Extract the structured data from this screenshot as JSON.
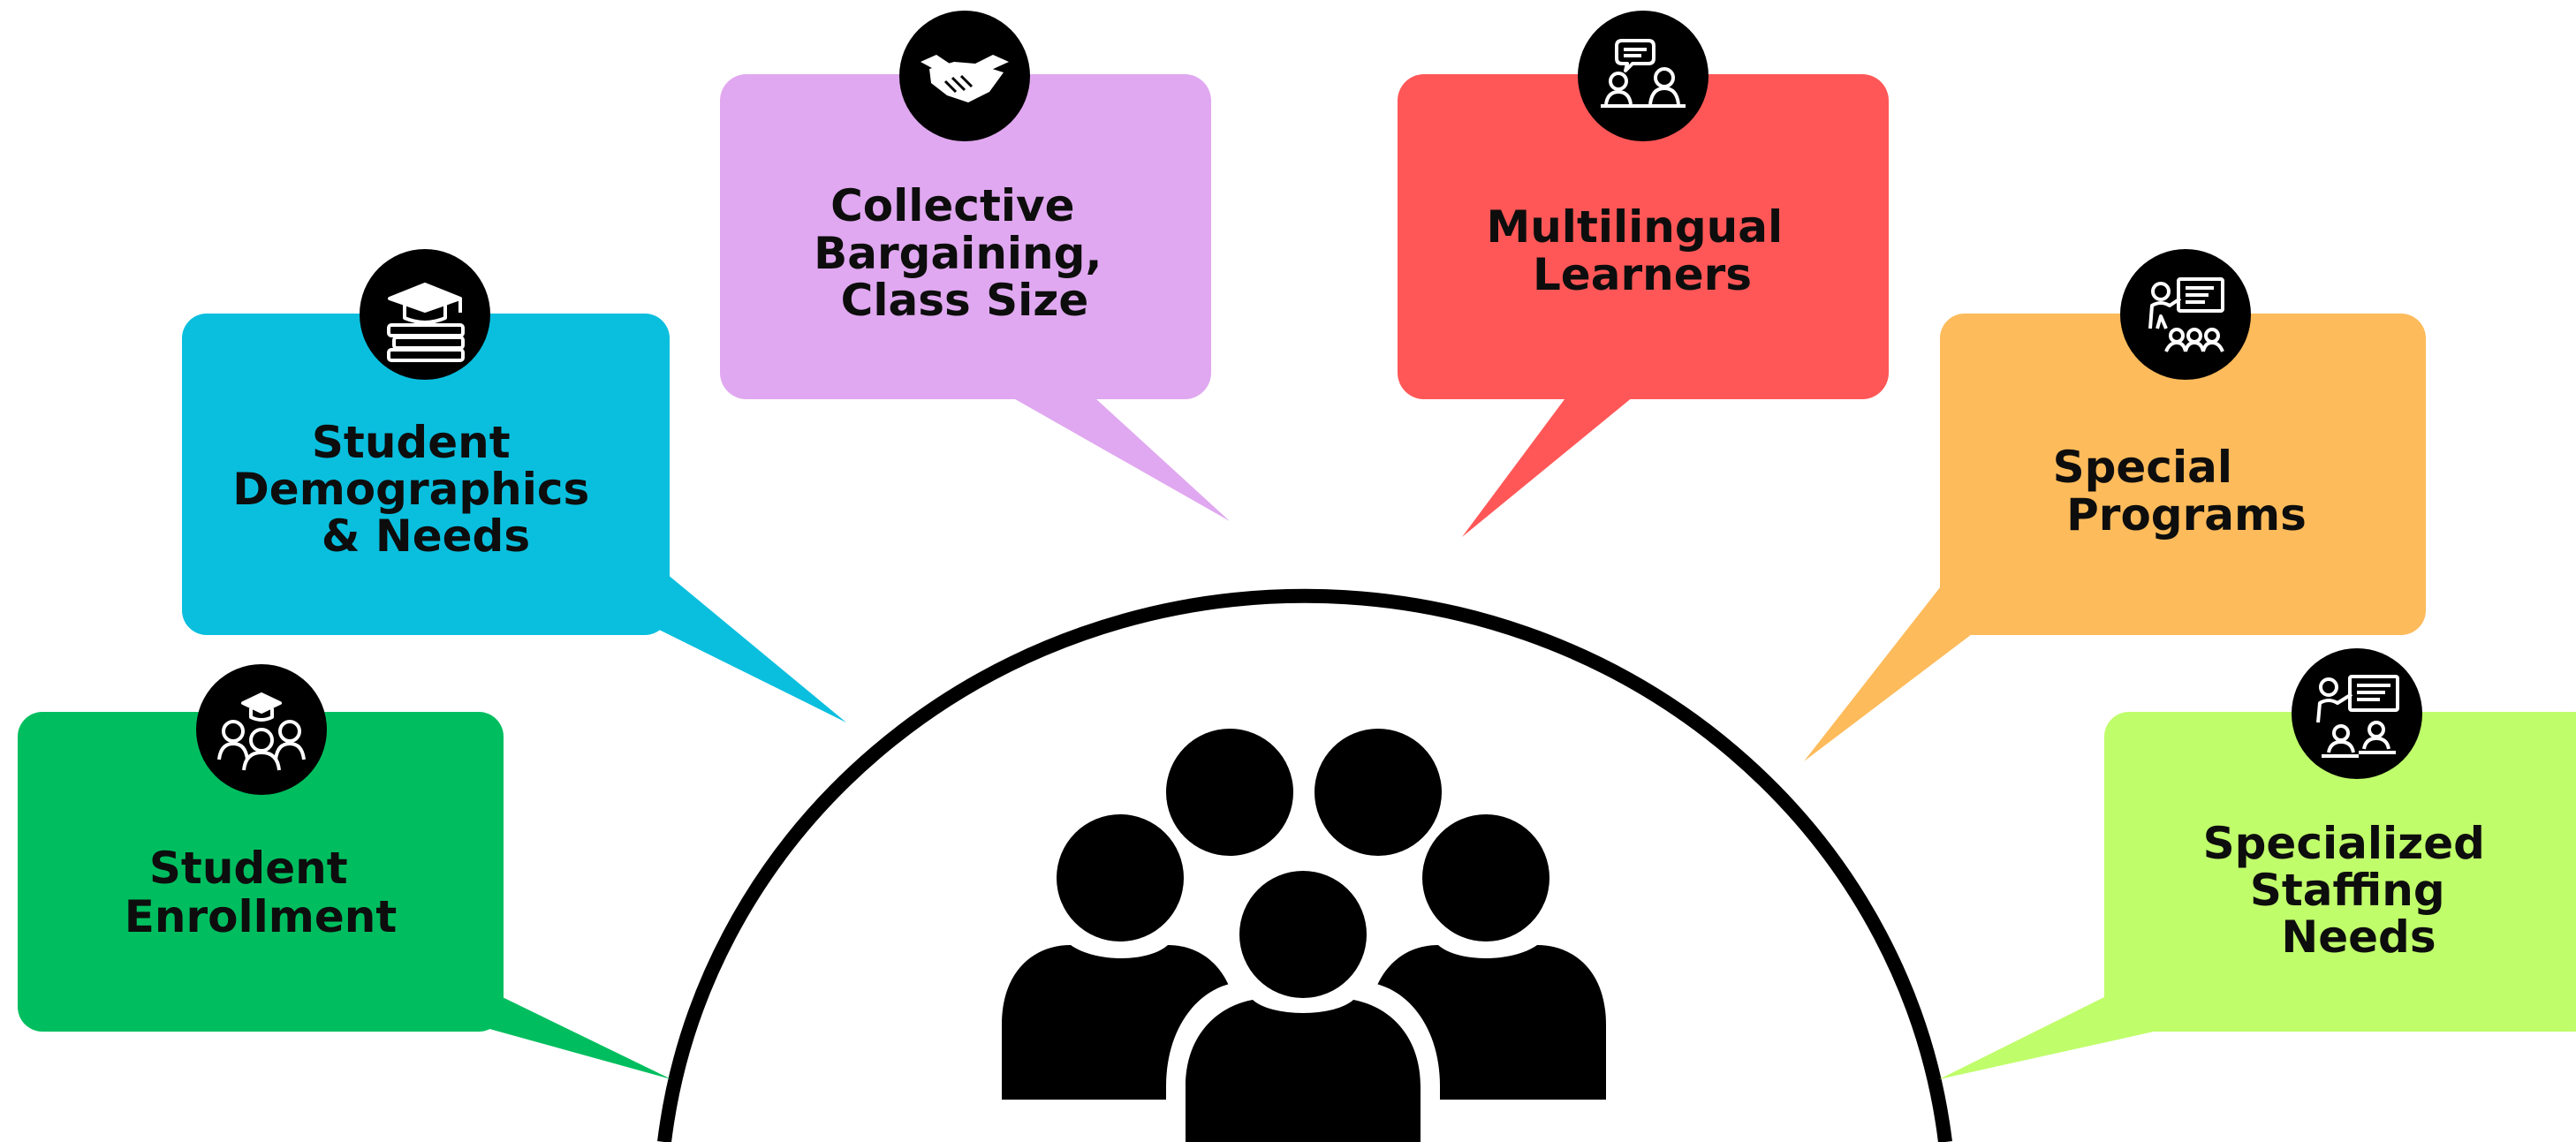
{
  "hub": {
    "icon": "group-of-people-icon",
    "arc_color": "#000000"
  },
  "topics": [
    {
      "id": "student-enrollment",
      "lines": [
        "Student",
        "Enrollment"
      ],
      "color": "#00be5f",
      "icon": "students-graduation-icon"
    },
    {
      "id": "student-demographics",
      "lines": [
        "Student",
        "Demographics",
        "& Needs"
      ],
      "color": "#0abfde",
      "icon": "graduation-cap-books-icon"
    },
    {
      "id": "collective-bargaining",
      "lines": [
        "Collective",
        "Bargaining,",
        "Class Size"
      ],
      "color": "#e0a8f0",
      "icon": "handshake-icon"
    },
    {
      "id": "multilingual-learners",
      "lines": [
        "Multilingual",
        "Learners"
      ],
      "color": "#ff5757",
      "icon": "conversation-desk-icon"
    },
    {
      "id": "special-programs",
      "lines": [
        "Special",
        "Programs"
      ],
      "color": "#fdbb5b",
      "icon": "teacher-presentation-icon"
    },
    {
      "id": "specialized-staffing",
      "lines": [
        "Specialized",
        "Staffing",
        "Needs"
      ],
      "color": "#c0fd6b",
      "icon": "teacher-classroom-icon"
    }
  ]
}
